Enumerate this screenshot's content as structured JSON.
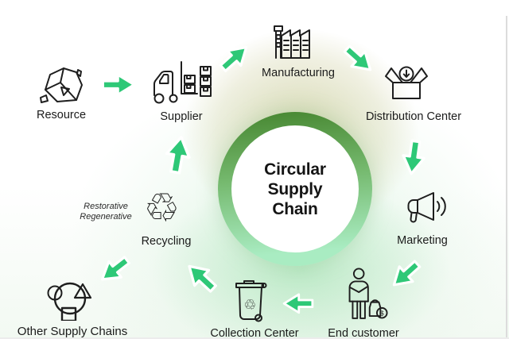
{
  "diagram": {
    "title_lines": [
      "Circular",
      "Supply",
      "Chain"
    ],
    "nodes": {
      "resource": "Resource",
      "supplier": "Supplier",
      "manufacturing": "Manufacturing",
      "distribution_center": "Distribution Center",
      "marketing": "Marketing",
      "end_customer": "End customer",
      "collection_center": "Collection Center",
      "recycling": "Recycling",
      "other_supply_chains": "Other Supply Chains"
    },
    "annotation": {
      "line1": "Restorative",
      "line2": "Regenerative"
    },
    "glyphs": {
      "recycling_symbol": "♲",
      "bin_recycling_symbol": "♲",
      "dollar": "$"
    },
    "colors": {
      "arrow_green": "#2ec877",
      "ring_top": "#4a8a35",
      "ring_bottom": "#a9ecc2",
      "glow_olive": "#c1c286",
      "glow_mint": "#96dea8",
      "shape_blue": "#b4d6f2",
      "shape_chartreuse": "#c9e04d",
      "shape_pink": "#f0bff1"
    }
  }
}
